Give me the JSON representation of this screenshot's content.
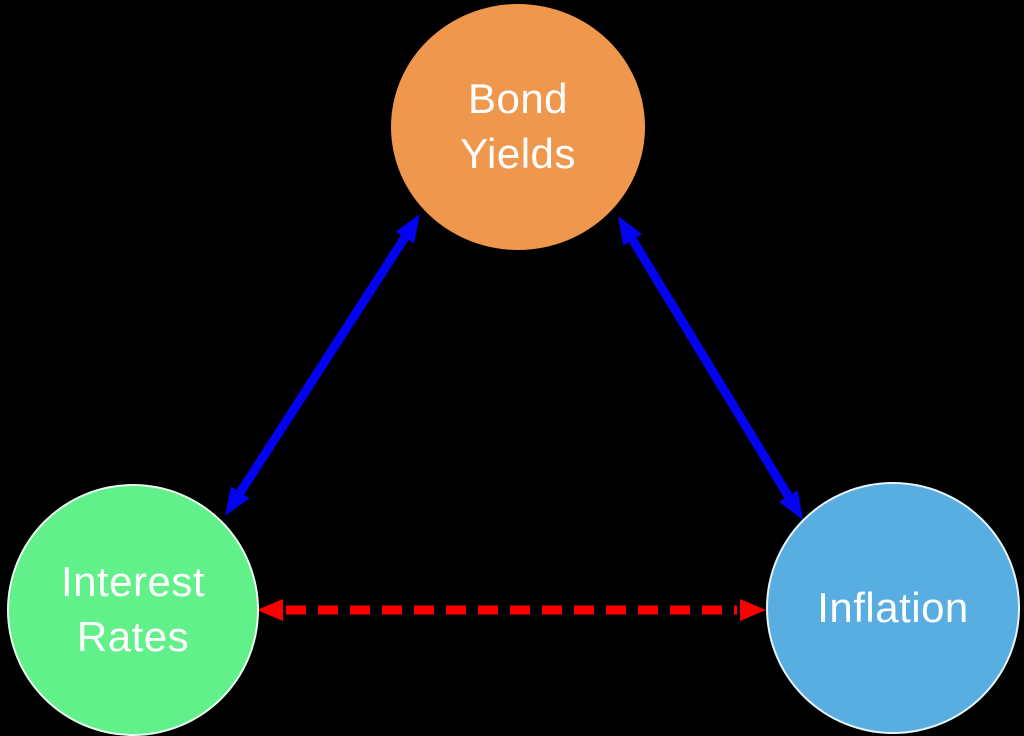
{
  "diagram": {
    "background_color": "#000000",
    "nodes": [
      {
        "id": "bond-yields",
        "lines": [
          "Bond",
          "Yields"
        ],
        "fill": "#F0974E",
        "text_color": "#FFFFFF"
      },
      {
        "id": "interest-rates",
        "lines": [
          "Interest",
          "Rates"
        ],
        "fill": "#62F08A",
        "text_color": "#FFFFFF"
      },
      {
        "id": "inflation",
        "lines": [
          "Inflation"
        ],
        "fill": "#58ADE1",
        "text_color": "#FFFFFF"
      }
    ],
    "edges": [
      {
        "from": "interest-rates",
        "to": "bond-yields",
        "color": "#0303F2",
        "line_style": "solid",
        "arrows": "both"
      },
      {
        "from": "bond-yields",
        "to": "inflation",
        "color": "#0303F2",
        "line_style": "solid",
        "arrows": "both"
      },
      {
        "from": "interest-rates",
        "to": "inflation",
        "color": "#FA0000",
        "line_style": "dashed",
        "arrows": "both"
      }
    ]
  }
}
